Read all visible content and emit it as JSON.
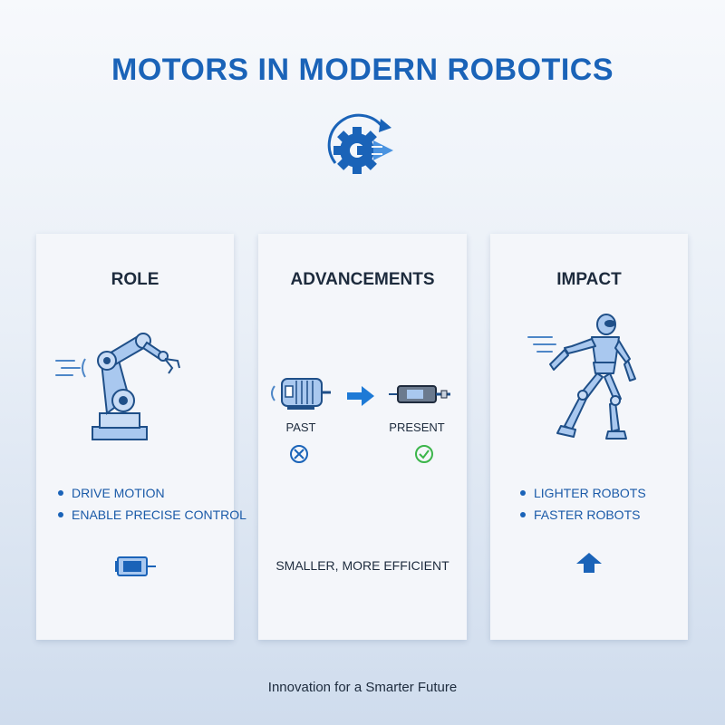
{
  "header": {
    "title": "MOTORS IN MODERN ROBOTICS",
    "logo_icon": "gear-arrow-icon"
  },
  "cards": {
    "role": {
      "title": "ROLE",
      "illustration": "robotic-arm-icon",
      "bullets": [
        "DRIVE MOTION",
        "ENABLE PRECISE CONTROL"
      ],
      "footer_icon": "motor-icon"
    },
    "advancements": {
      "title": "ADVANCEMENTS",
      "past_label": "PAST",
      "present_label": "PRESENT",
      "past_status_icon": "cross-circle-icon",
      "present_status_icon": "check-circle-icon",
      "summary": "SMALLER, MORE EFFICIENT"
    },
    "impact": {
      "title": "IMPACT",
      "illustration": "humanoid-robot-icon",
      "bullets": [
        "LIGHTER ROBOTS",
        "FASTER ROBOTS"
      ],
      "footer_icon": "arrow-up-icon"
    }
  },
  "footer": {
    "tagline": "Innovation for a Smarter Future"
  },
  "colors": {
    "accent": "#1a63b8",
    "light_blue": "#a9c8ef",
    "check_green": "#3bb54a",
    "text_dark": "#1d2b3d"
  }
}
